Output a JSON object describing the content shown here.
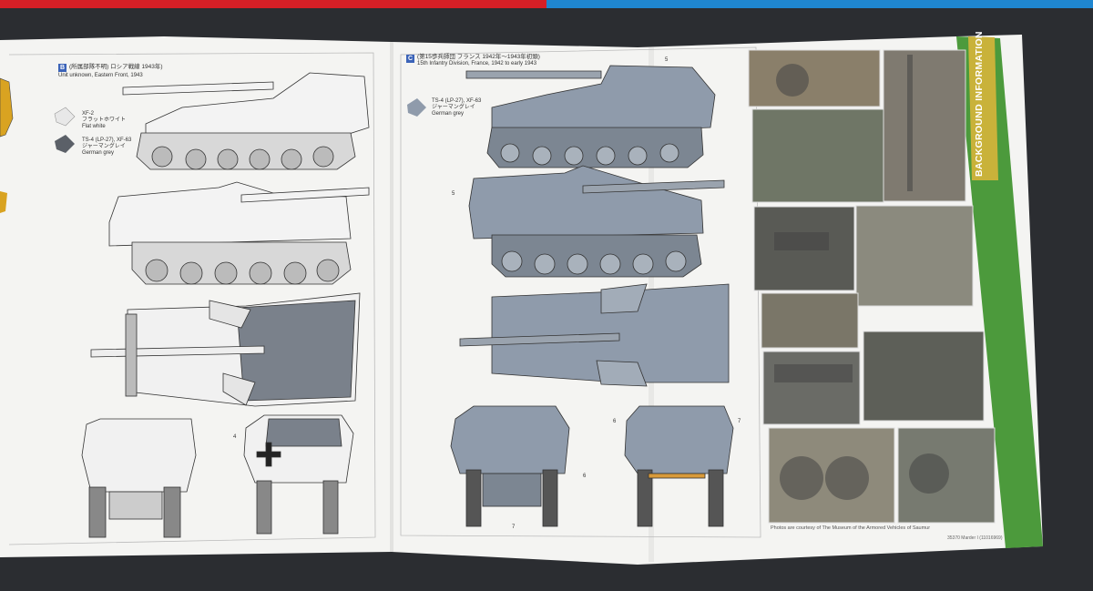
{
  "left_page": {
    "section_b": {
      "letter": "B",
      "title_jp": "(所属部隊不明) ロシア戦線 1943年)",
      "title_en": "Unit unknown, Eastern Front, 1943",
      "swatch_1": {
        "code": "XF-2",
        "jp": "フラットホワイト",
        "en": "Flat white"
      },
      "swatch_2": {
        "code": "TS-4 (LP-27), XF-63",
        "jp": "ジャーマングレイ",
        "en": "German grey"
      }
    },
    "markers": [
      "4"
    ]
  },
  "center_page": {
    "section_c": {
      "letter": "C",
      "title_jp": "(第15歩兵師団 フランス 1942年～1943年初頭)",
      "title_en": "15th Infantry Division, France, 1942 to early 1943",
      "swatch": {
        "code": "TS-4 (LP-27), XF-63",
        "jp": "ジャーマングレイ",
        "en": "German grey"
      }
    },
    "markers": [
      "5",
      "5",
      "6",
      "6",
      "7",
      "7"
    ]
  },
  "right_page": {
    "side_tab": "BACKGROUND INFORMATION",
    "caption": "Photos are courtesy of The Museum of the Armored Vehicles of Saumur",
    "footer_ref": "35370  Marder I (11016969)"
  },
  "colors": {
    "top_stripe_left": "#d61f26",
    "top_stripe_right": "#1f86d0",
    "german_grey": "#8f9bab",
    "side_tab_green": "#4c9a3c",
    "side_tab_yellow": "#c9b23a"
  }
}
